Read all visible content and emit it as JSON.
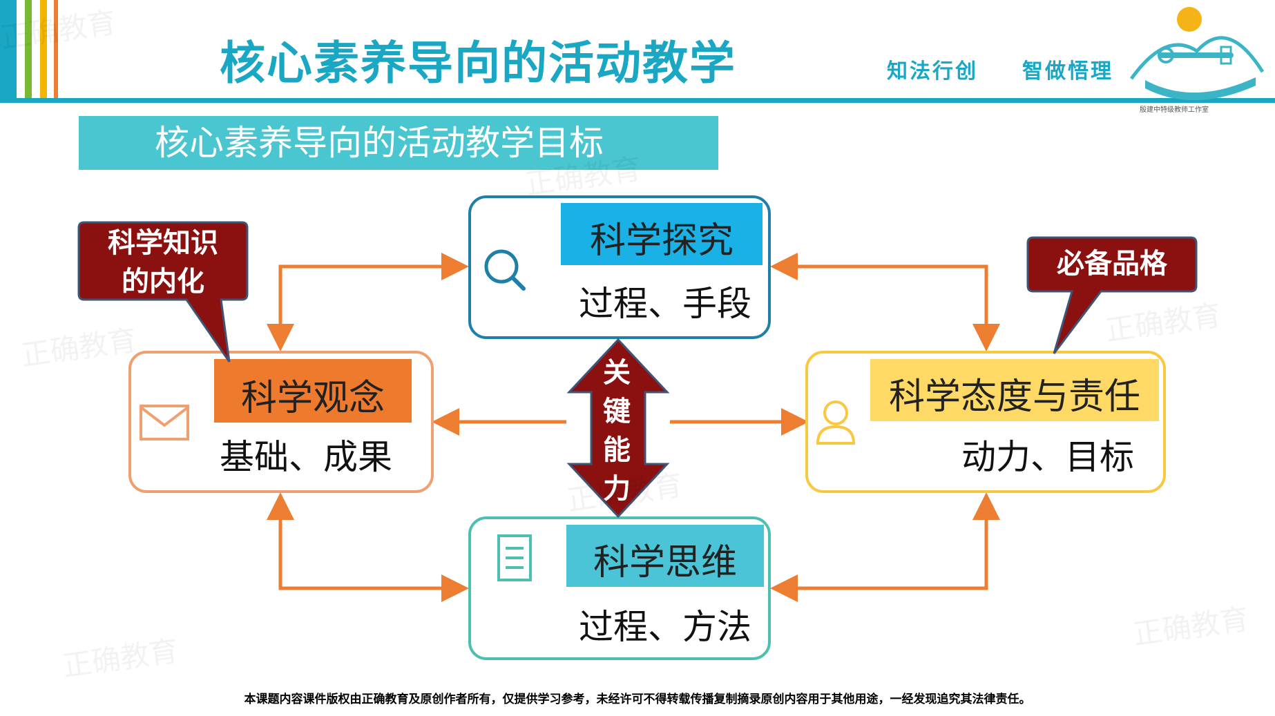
{
  "header": {
    "title": "核心素养导向的活动教学",
    "motto_left": "知法行创",
    "motto_right": "智做悟理",
    "logo_caption": "殷建中特级教师工作室"
  },
  "subheading": "核心素养导向的活动教学目标",
  "nodes": {
    "inquiry": {
      "title": "科学探究",
      "desc": "过程、手段",
      "title_bg": "#1ab2e6",
      "border": "#1e7fa8"
    },
    "concept": {
      "title": "科学观念",
      "desc": "基础、成果",
      "title_bg": "#ee7a2e",
      "border": "#f0a070"
    },
    "attitude": {
      "title": "科学态度与责任",
      "desc": "动力、目标",
      "title_bg": "#ffd966",
      "border": "#f8c840"
    },
    "thinking": {
      "title": "科学思维",
      "desc": "过程、方法",
      "title_bg": "#4bc4d8",
      "border": "#4dbfb0"
    }
  },
  "callouts": {
    "left": {
      "line1": "科学知识",
      "line2": "的内化"
    },
    "right": {
      "text": "必备品格"
    }
  },
  "key_ability": "关键能力",
  "footer": "本课题内容课件版权由正确教育及原创作者所有，仅提供学习参考，未经许可不得转载传播复制摘录原创内容用于其他用途，一经发现追究其法律责任。",
  "watermark": "正确教育",
  "colors": {
    "accent": "#1aa7c4",
    "arrow": "#ed7d31",
    "callout": "#8b1010",
    "callout_border": "#3f5576"
  },
  "icons": [
    "search-icon",
    "envelope-icon",
    "user-icon",
    "document-icon"
  ]
}
